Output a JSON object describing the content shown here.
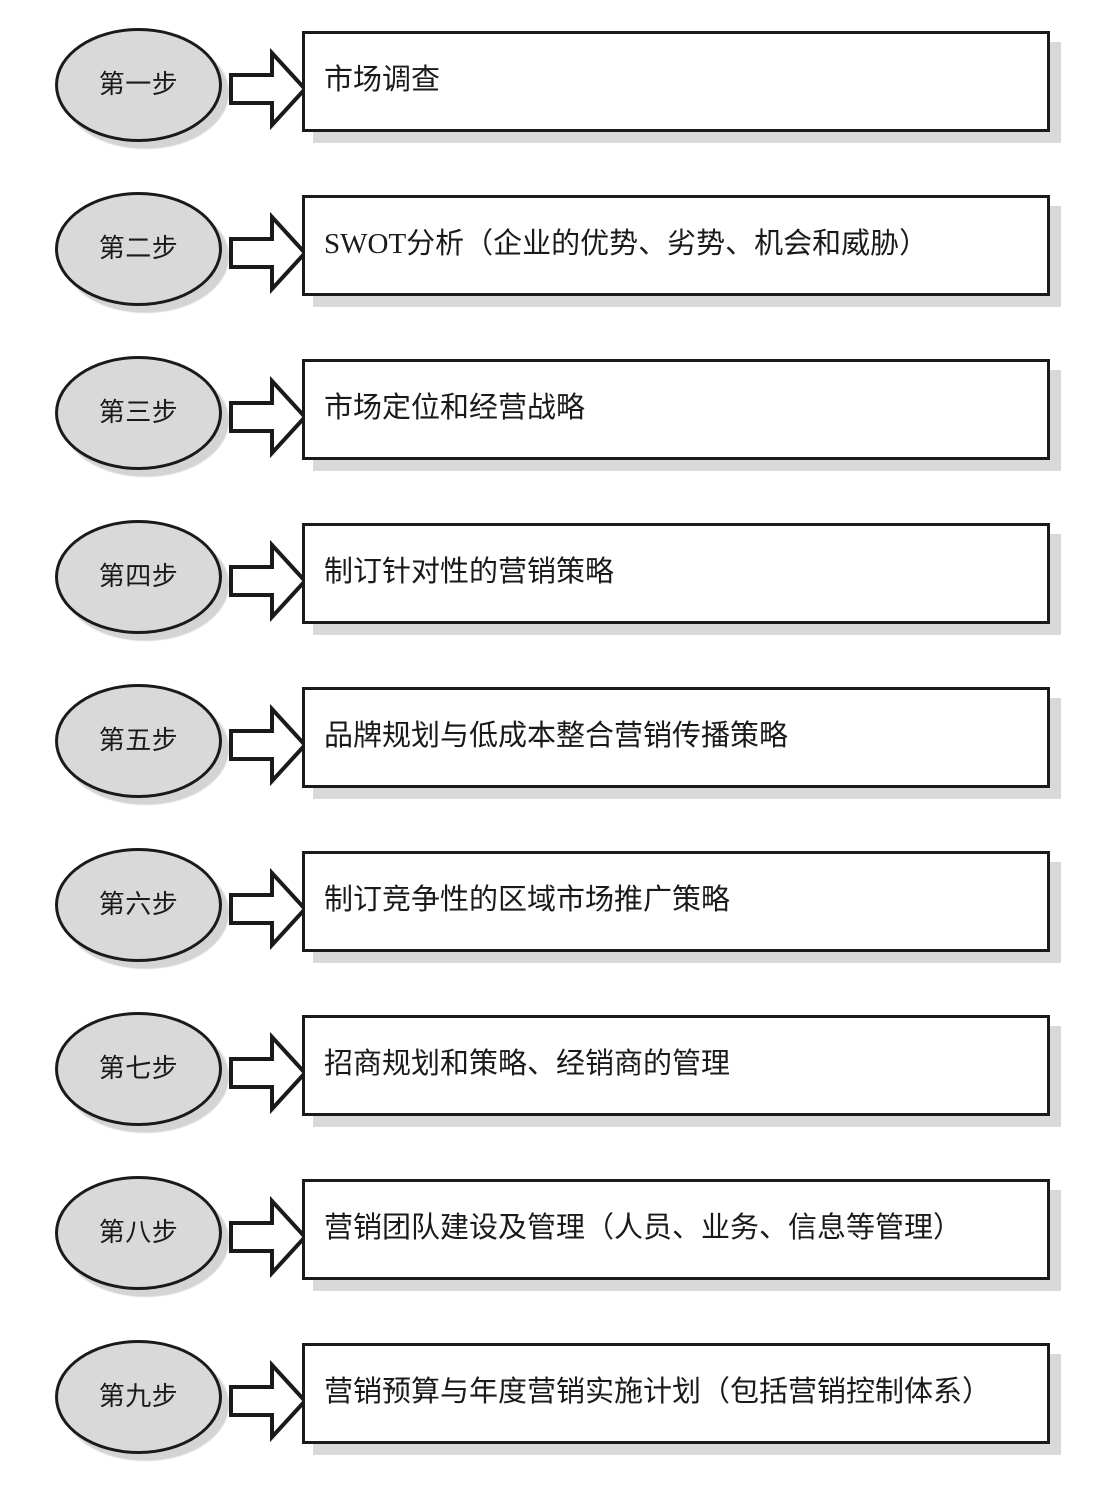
{
  "diagram": {
    "type": "flowchart",
    "orientation": "vertical-steps",
    "colors": {
      "ellipse_fill": "#d9d9d9",
      "ellipse_border": "#1a1a1a",
      "box_fill": "#ffffff",
      "box_border": "#1a1a1a",
      "shadow": "#d9d9d9",
      "text": "#1a1a1a",
      "page_background": "#ffffff"
    },
    "arrow_icon": "right-block-arrow-icon",
    "steps": [
      {
        "badge": "第一步",
        "text": "市场调查"
      },
      {
        "badge": "第二步",
        "text": "SWOT分析（企业的优势、劣势、机会和威胁）"
      },
      {
        "badge": "第三步",
        "text": "市场定位和经营战略"
      },
      {
        "badge": "第四步",
        "text": "制订针对性的营销策略"
      },
      {
        "badge": "第五步",
        "text": "品牌规划与低成本整合营销传播策略"
      },
      {
        "badge": "第六步",
        "text": "制订竞争性的区域市场推广策略"
      },
      {
        "badge": "第七步",
        "text": "招商规划和策略、经销商的管理"
      },
      {
        "badge": "第八步",
        "text": "营销团队建设及管理（人员、业务、信息等管理）"
      },
      {
        "badge": "第九步",
        "text": "营销预算与年度营销实施计划（包括营销控制体系）"
      }
    ]
  }
}
